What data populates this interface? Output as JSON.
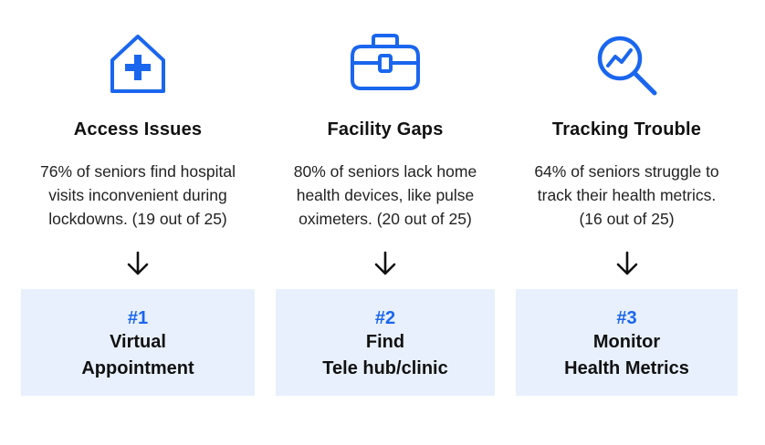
{
  "colors": {
    "accent": "#1a66ee",
    "box_bg": "#e8f0fd",
    "text": "#111111"
  },
  "columns": [
    {
      "icon": "hospital-house-icon",
      "title": "Access Issues",
      "desc_lines": [
        "76% of seniors find hospital",
        "visits inconvenient during",
        "lockdowns. (19 out of 25)"
      ],
      "number": "#1",
      "solution_lines": [
        "Virtual",
        "Appointment"
      ]
    },
    {
      "icon": "toolbox-icon",
      "title": "Facility Gaps",
      "desc_lines": [
        "80% of seniors lack home",
        "health devices, like pulse",
        "oximeters. (20 out of 25)"
      ],
      "number": "#2",
      "solution_lines": [
        "Find",
        "Tele hub/clinic"
      ]
    },
    {
      "icon": "magnifier-trend-icon",
      "title": "Tracking Trouble",
      "desc_lines": [
        "64% of seniors struggle to",
        "track their health metrics.",
        "(16 out of 25)"
      ],
      "number": "#3",
      "solution_lines": [
        "Monitor",
        "Health Metrics"
      ]
    }
  ]
}
